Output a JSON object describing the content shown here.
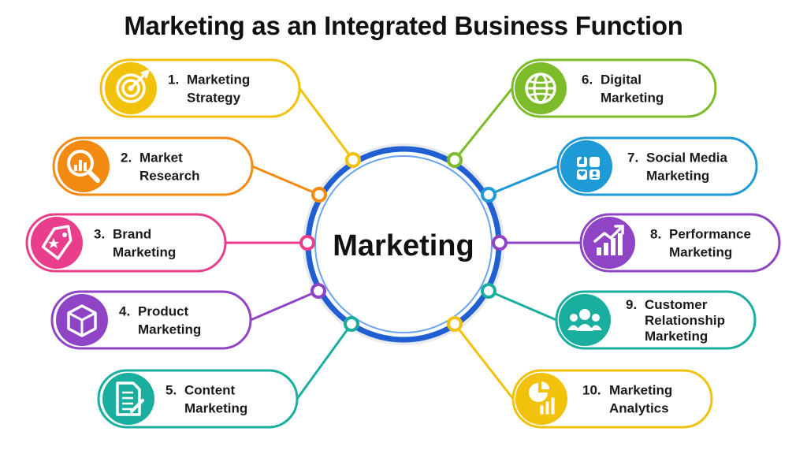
{
  "title": "Marketing as an Integrated Business Function",
  "center": {
    "label": "Marketing"
  },
  "items": [
    {
      "number": "1.",
      "lines": [
        "Marketing",
        "Strategy"
      ],
      "color": "#F2C20A",
      "icon": "target-icon"
    },
    {
      "number": "2.",
      "lines": [
        "Market",
        "Research"
      ],
      "color": "#F38B12",
      "icon": "magnifier-chart-icon"
    },
    {
      "number": "3.",
      "lines": [
        "Brand",
        "Marketing"
      ],
      "color": "#E83E8C",
      "icon": "price-tag-icon"
    },
    {
      "number": "4.",
      "lines": [
        "Product",
        "Marketing"
      ],
      "color": "#8E44C4",
      "icon": "product-box-icon"
    },
    {
      "number": "5.",
      "lines": [
        "Content",
        "Marketing"
      ],
      "color": "#1AAE9F",
      "icon": "document-pen-icon"
    },
    {
      "number": "6.",
      "lines": [
        "Digital",
        "Marketing"
      ],
      "color": "#7DBB2A",
      "icon": "globe-icon"
    },
    {
      "number": "7.",
      "lines": [
        "Social Media",
        "Marketing"
      ],
      "color": "#1E9AD6",
      "icon": "social-media-icon"
    },
    {
      "number": "8.",
      "lines": [
        "Performance",
        "Marketing"
      ],
      "color": "#8E44C4",
      "icon": "growth-chart-icon"
    },
    {
      "number": "9.",
      "lines": [
        "Customer",
        "Relationship",
        "Marketing"
      ],
      "color": "#1AAE9F",
      "icon": "people-group-icon"
    },
    {
      "number": "10.",
      "lines": [
        "Marketing",
        "Analytics"
      ],
      "color": "#F2C20A",
      "icon": "analytics-chart-icon"
    }
  ]
}
